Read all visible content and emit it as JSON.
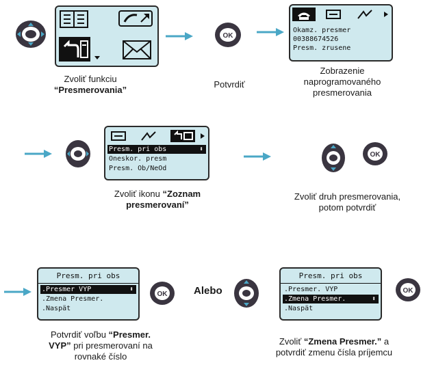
{
  "colors": {
    "accent": "#4aa7c6",
    "screen": "#cfe9ee",
    "button_dark": "#3a3540"
  },
  "step1": {
    "caption_line1": "Zvoliť funkciu",
    "caption_line2": "“Presmerovania”",
    "icons": [
      "book-icon",
      "handset-icon",
      "forward-call-icon",
      "envelope-icon"
    ]
  },
  "step2": {
    "caption": "Potvrdiť",
    "button_label": "OK"
  },
  "step3": {
    "lines": [
      "Okamz. presmer",
      "00388674526",
      "Presm. zrusene"
    ],
    "caption_line1": "Zobrazenie",
    "caption_line2": "naprogramovaného",
    "caption_line3": "presmerovania"
  },
  "step4": {
    "lines": [
      "Presm. pri obs",
      "Oneskor. presm",
      "Presm. Ob/NeOd"
    ],
    "selected_index": 0,
    "caption_line1_pre": "Zvoliť ikonu ",
    "caption_line1_bold": "“Zoznam",
    "caption_line2_bold": "presmerovaní”"
  },
  "step5": {
    "button_label": "OK",
    "caption_line1": "Zvoliť druh presmerovania,",
    "caption_line2": "potom potvrdiť"
  },
  "step6": {
    "title": "Presm. pri obs",
    "lines": [
      ".Presmer VYP",
      ".Zmena Presmer.",
      ".Naspät"
    ],
    "selected_index": 0,
    "button_label": "OK",
    "caption_line1_pre": "Potvrdiť voľbu ",
    "caption_line1_bold": "“Presmer.",
    "caption_line2_bold": "VYP”",
    "caption_line2_post": " pri presmerovaní na",
    "caption_line3": "rovnaké číslo"
  },
  "alebo": "Alebo",
  "step7": {
    "title": "Presm. pri obs",
    "lines": [
      ".Presmer. VYP",
      ".Zmena Presmer.",
      ".Naspät"
    ],
    "selected_index": 1,
    "button_label": "OK",
    "caption_line1_pre": "Zvoliť ",
    "caption_line1_bold": "“Zmena Presmer.”",
    "caption_line1_post": " a",
    "caption_line2": "potvrdiť zmenu čísla príjemcu"
  }
}
